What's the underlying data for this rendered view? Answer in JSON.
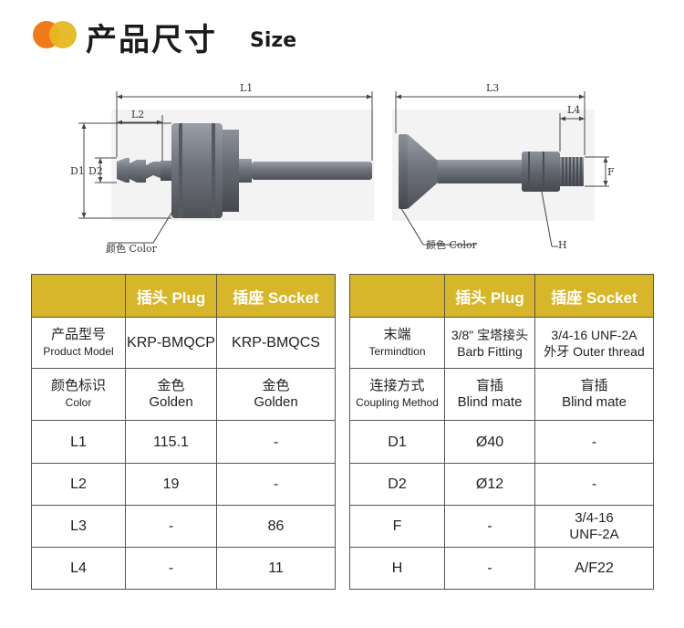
{
  "header": {
    "title_zh": "产品尺寸",
    "title_en": "Size"
  },
  "drawing": {
    "plug": {
      "l1": "L1",
      "l2": "L2",
      "d1": "D1",
      "d2": "D2",
      "color_label": "颜色 Color"
    },
    "socket": {
      "l3": "L3",
      "l4": "L4",
      "f": "F",
      "h": "H",
      "color_label": "颜色 Color"
    }
  },
  "left_table": {
    "headers": [
      "",
      "插头 Plug",
      "插座 Socket"
    ],
    "rows": [
      {
        "label_zh": "产品型号",
        "label_en": "Product Model",
        "plug": "KRP-BMQCP",
        "socket": "KRP-BMQCS"
      },
      {
        "label_zh": "颜色标识",
        "label_en": "Color",
        "plug_zh": "金色",
        "plug_en": "Golden",
        "socket_zh": "金色",
        "socket_en": "Golden"
      },
      {
        "label": "L1",
        "plug": "115.1",
        "socket": "-"
      },
      {
        "label": "L2",
        "plug": "19",
        "socket": "-"
      },
      {
        "label": "L3",
        "plug": "-",
        "socket": "86"
      },
      {
        "label": "L4",
        "plug": "-",
        "socket": "11"
      }
    ]
  },
  "right_table": {
    "headers": [
      "",
      "插头 Plug",
      "插座 Socket"
    ],
    "rows": [
      {
        "label_zh": "末端",
        "label_en": "Termindtion",
        "plug_l1": "3/8\" 宝塔接头",
        "plug_l2": "Barb Fitting",
        "socket_l1": "3/4-16 UNF-2A",
        "socket_l2": "外牙 Outer thread"
      },
      {
        "label_zh": "连接方式",
        "label_en": "Coupling Method",
        "plug_zh": "盲插",
        "plug_en": "Blind mate",
        "socket_zh": "盲插",
        "socket_en": "Blind mate"
      },
      {
        "label": "D1",
        "plug": "Ø40",
        "socket": "-"
      },
      {
        "label": "D2",
        "plug": "Ø12",
        "socket": "-"
      },
      {
        "label": "F",
        "plug": "-",
        "socket_l1": "3/4-16",
        "socket_l2": "UNF-2A"
      },
      {
        "label": "H",
        "plug": "-",
        "socket": "A/F22"
      }
    ]
  },
  "colors": {
    "header_fill": "#d7b62a",
    "part_gray": "#7a7e86",
    "accent_orange": "#ef7a1a",
    "accent_yellow": "#e6b81f"
  }
}
